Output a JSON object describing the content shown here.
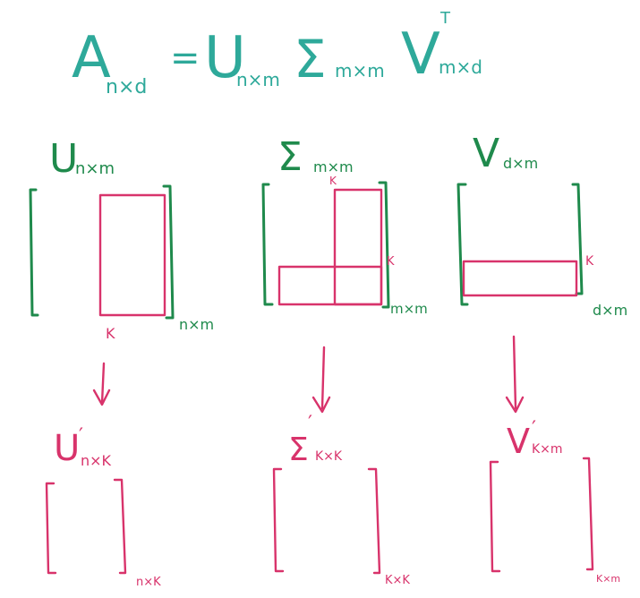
{
  "equation": {
    "lhs": "A",
    "lhs_sub": "n×d",
    "equals": "=",
    "u": "U",
    "u_sub": "n×m",
    "sigma": "Σ",
    "sigma_sub": "m×m",
    "v": "V",
    "v_sup": "T",
    "v_sub": "m×d"
  },
  "top": {
    "u_label": "U",
    "u_sub": "n×m",
    "u_k": "K",
    "u_dim": "n×m",
    "sigma_label": "Σ",
    "sigma_sub": "m×m",
    "sigma_k_top": "K",
    "sigma_k_right": "K",
    "sigma_dim": "m×m",
    "v_label": "V",
    "v_sub": "d×m",
    "v_k": "K",
    "v_dim": "d×m"
  },
  "bottom": {
    "u_label": "U",
    "u_prime": "′",
    "u_sub": "n×K",
    "u_dim": "n×K",
    "sigma_label": "Σ",
    "sigma_prime": "′",
    "sigma_sub": "K×K",
    "sigma_dim": "K×K",
    "v_label": "V",
    "v_prime": "′",
    "v_sub": "K×m",
    "v_dim": "K×m"
  }
}
